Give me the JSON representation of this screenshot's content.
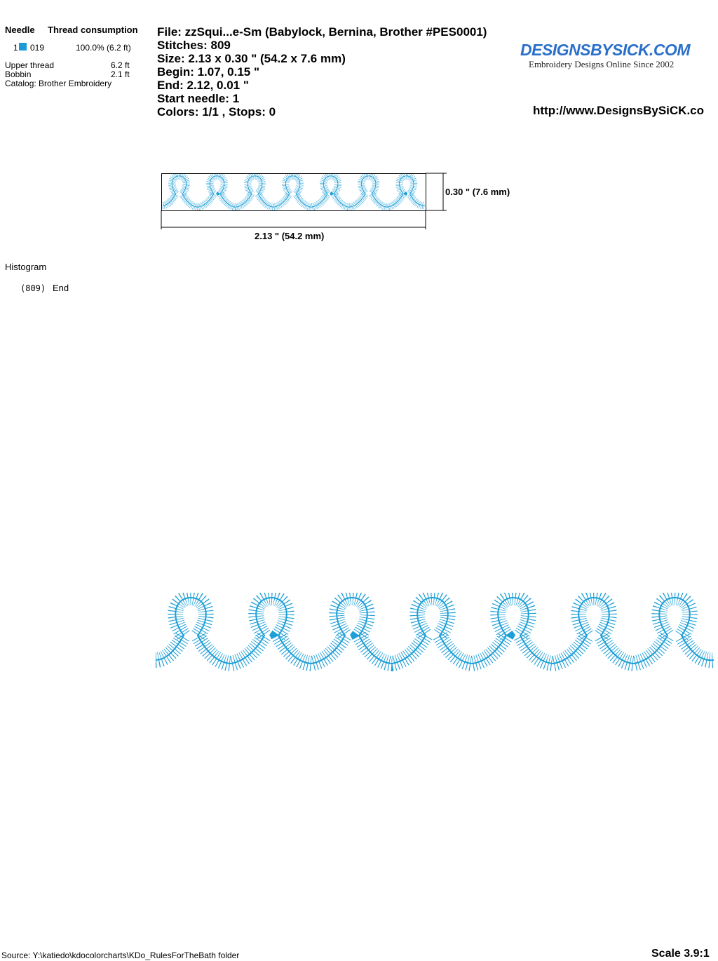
{
  "left_panel": {
    "needle_header": "Needle",
    "thread_header": "Thread consumption",
    "needles": [
      {
        "number": "1",
        "code": "019",
        "color": "#1a9ad6",
        "consumption": "100.0% (6.2 ft)"
      }
    ],
    "upper_thread_label": "Upper thread",
    "upper_thread_value": "6.2 ft",
    "bobbin_label": "Bobbin",
    "bobbin_value": "2.1 ft",
    "catalog": "Catalog: Brother Embroidery"
  },
  "info": {
    "file": "File: zzSqui...e-Sm  (Babylock, Bernina, Brother #PES0001)",
    "stitches": "Stitches: 809",
    "size": "Size: 2.13 x 0.30 \" (54.2 x 7.6 mm)",
    "begin": "Begin: 1.07, 0.15 \"",
    "end": "End: 2.12, 0.01 \"",
    "start_needle": "Start needle: 1",
    "colors": "Colors: 1/1 , Stops: 0"
  },
  "logo": {
    "main": "DESIGNSBYSICK.COM",
    "sub": "Embroidery Designs Online Since 2002"
  },
  "url": "http://www.DesignsBySiCK.co",
  "preview": {
    "height_label": "0.30 \" (7.6 mm)",
    "width_label": "2.13 \" (54.2 mm)"
  },
  "histogram": {
    "title": "Histogram",
    "count": "(809)",
    "label": "End"
  },
  "footer": {
    "source": "Source: Y:\\katiedo\\kdocolorcharts\\KDo_RulesForTheBath folder",
    "scale": "Scale 3.9:1"
  },
  "thread_color": "#1e9fd6"
}
